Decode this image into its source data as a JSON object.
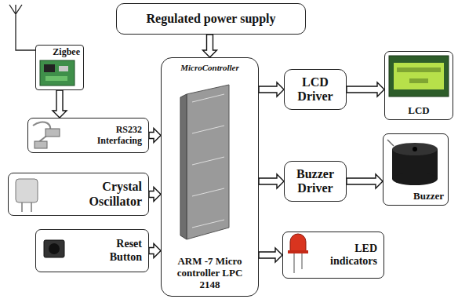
{
  "diagram": {
    "nodes": [
      {
        "text": [
          "Regulated power supply"
        ]
      },
      {
        "text": [
          "Zigbee"
        ]
      },
      {
        "text": [
          "RS232 Interfacing"
        ]
      },
      {
        "text": [
          "Crystal Oscillator"
        ]
      },
      {
        "text": [
          "Reset Button"
        ]
      },
      {
        "text": [
          "MicroController",
          "ARM -7 Micro controller LPC 2148"
        ]
      },
      {
        "text": [
          "LCD Driver"
        ]
      },
      {
        "text": [
          "LCD"
        ]
      },
      {
        "text": [
          "Buzzer Driver"
        ]
      },
      {
        "text": [
          "Buzzer"
        ]
      },
      {
        "text": [
          "LED indicators"
        ]
      }
    ],
    "edges": [
      {
        "from": 0,
        "to": 5,
        "arrow": "to"
      },
      {
        "from": 1,
        "to": 2,
        "arrow": "to"
      },
      {
        "from": 2,
        "to": 5,
        "arrow": "to"
      },
      {
        "from": 3,
        "to": 5,
        "arrow": "to"
      },
      {
        "from": 4,
        "to": 5,
        "arrow": "to"
      },
      {
        "from": 5,
        "to": 6,
        "arrow": "to"
      },
      {
        "from": 6,
        "to": 7,
        "arrow": "to"
      },
      {
        "from": 5,
        "to": 8,
        "arrow": "to"
      },
      {
        "from": 8,
        "to": 9,
        "arrow": "to"
      },
      {
        "from": 5,
        "to": 10,
        "arrow": "to"
      }
    ]
  }
}
